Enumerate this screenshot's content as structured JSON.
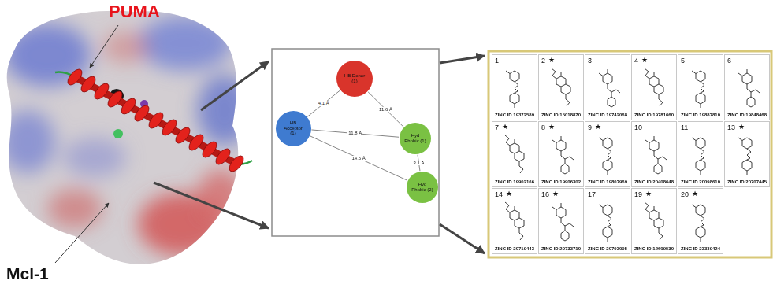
{
  "diagram": {
    "nodes": [
      {
        "text": [
          "HB Donor (1)"
        ]
      },
      {
        "text": [
          "HB Acceptor (1)"
        ]
      },
      {
        "text": [
          "Hyd Phobic (1)"
        ]
      },
      {
        "text": [
          "Hyd Phobic (2)"
        ]
      },
      {
        "text": [
          "1",
          "ZINC ID 19372589"
        ]
      },
      {
        "text": [
          "2",
          "★",
          "ZINC ID 15018870"
        ]
      },
      {
        "text": [
          "3",
          "ZINC ID 19742068"
        ]
      },
      {
        "text": [
          "4",
          "★",
          "ZINC ID 19781660"
        ]
      },
      {
        "text": [
          "5",
          "ZINC ID 19887810"
        ]
      },
      {
        "text": [
          "6",
          "ZINC ID 19848468"
        ]
      },
      {
        "text": [
          "7",
          "★",
          "ZINC ID 19902166"
        ]
      },
      {
        "text": [
          "8",
          "★",
          "ZINC ID 19906302"
        ]
      },
      {
        "text": [
          "9",
          "★",
          "ZINC ID 19807969"
        ]
      },
      {
        "text": [
          "10",
          "ZINC ID 20408648"
        ]
      },
      {
        "text": [
          "11",
          "ZINC ID 20098610"
        ]
      },
      {
        "text": [
          "13",
          "★",
          "ZINC ID 20707445"
        ]
      },
      {
        "text": [
          "14",
          "★",
          "ZINC ID 20719443"
        ]
      },
      {
        "text": [
          "16",
          "★",
          "ZINC ID 20733710"
        ]
      },
      {
        "text": [
          "17",
          "ZINC ID 20793095"
        ]
      },
      {
        "text": [
          "19",
          "★",
          "ZINC ID 12609530"
        ]
      },
      {
        "text": [
          "20",
          "★",
          "ZINC ID 23339424"
        ]
      }
    ],
    "edges": [
      {
        "from": 1,
        "to": 0,
        "arrow": "none",
        "label": "4.1 Å"
      },
      {
        "from": 0,
        "to": 2,
        "arrow": "none",
        "label": "11.6 Å"
      },
      {
        "from": 1,
        "to": 2,
        "arrow": "none",
        "label": "11.8 Å"
      },
      {
        "from": 1,
        "to": 3,
        "arrow": "none",
        "label": "14.6 Å"
      },
      {
        "from": 2,
        "to": 3,
        "arrow": "none",
        "label": "3.1 Å"
      }
    ],
    "labels": [
      "PUMA",
      "Mcl-1"
    ]
  }
}
